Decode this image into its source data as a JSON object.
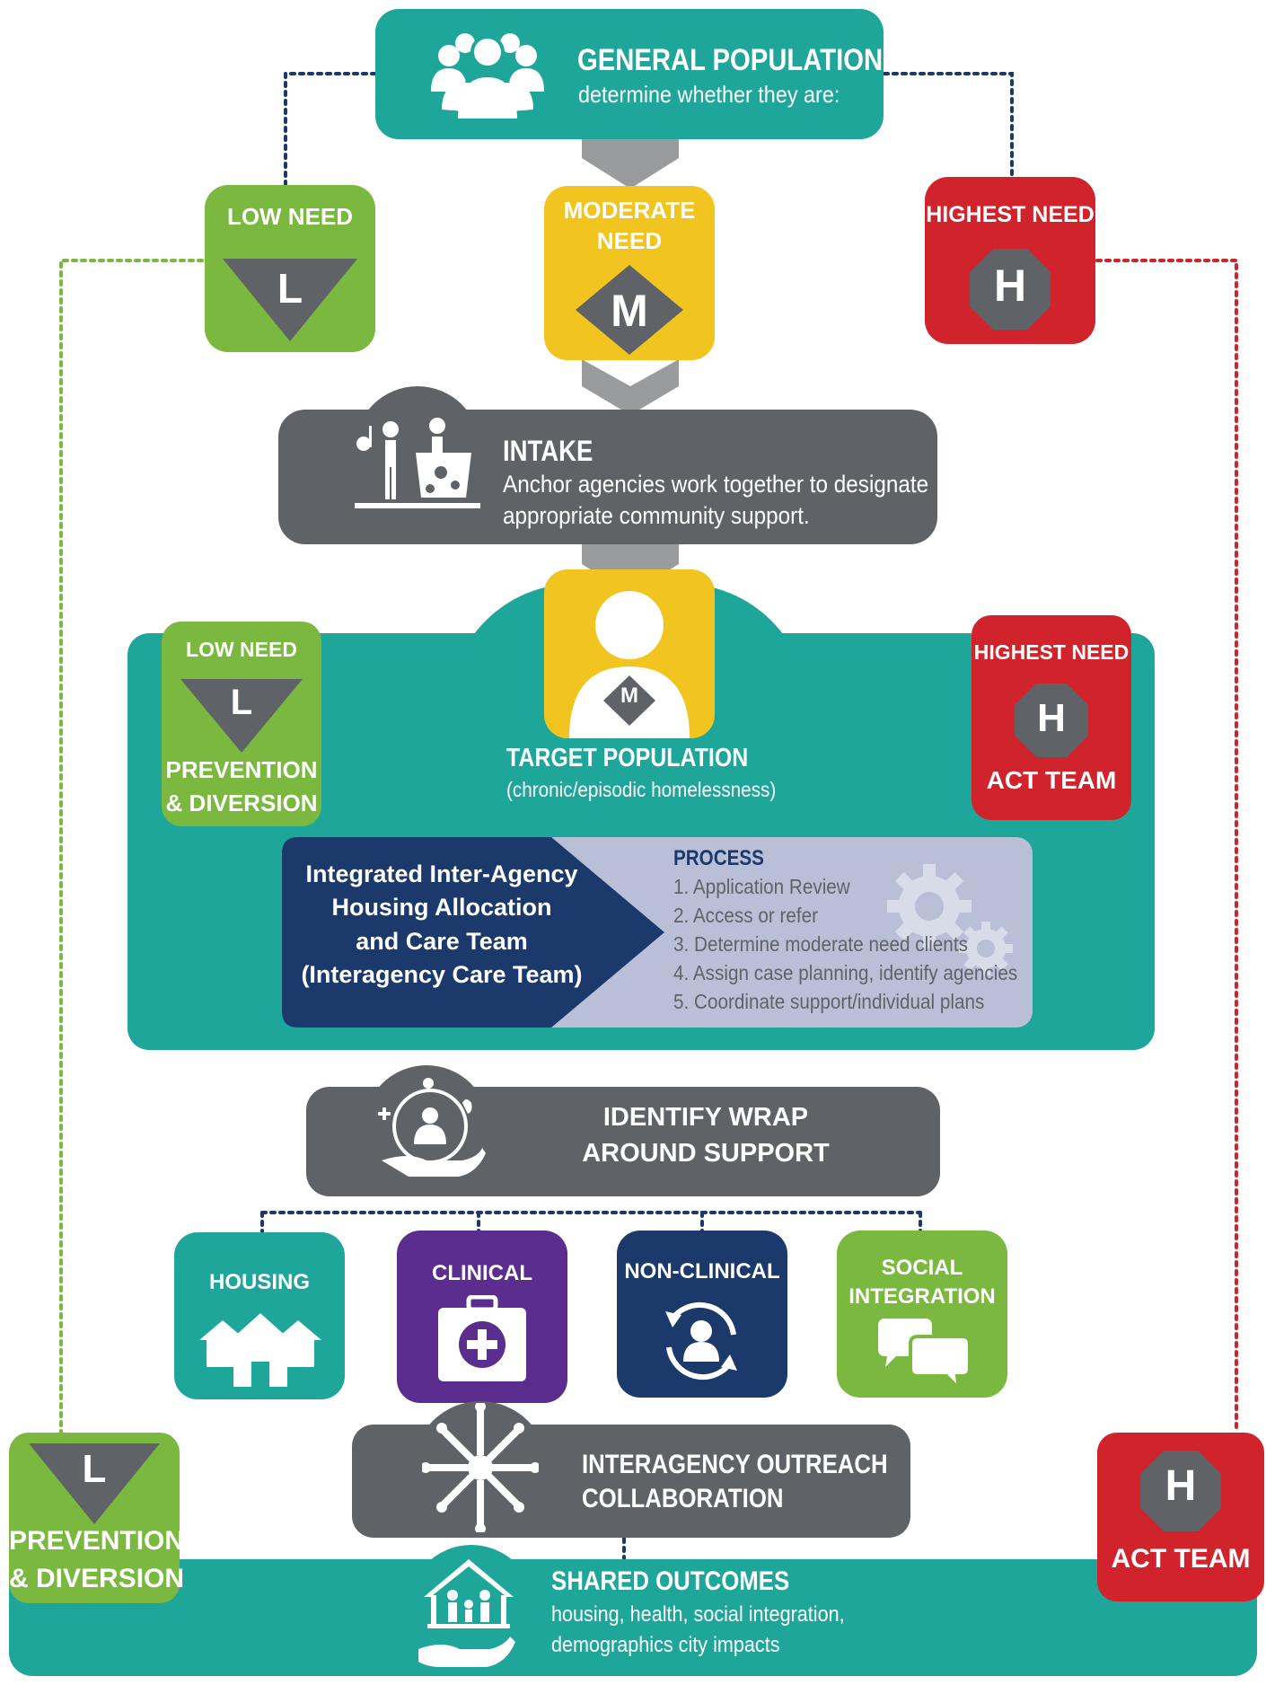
{
  "general_population": {
    "title": "GENERAL POPULATION",
    "subtitle": "determine whether they are:"
  },
  "needs": {
    "low": {
      "label": "LOW NEED",
      "letter": "L"
    },
    "moderate": {
      "label_line1": "MODERATE",
      "label_line2": "NEED",
      "letter": "M"
    },
    "highest": {
      "label": "HIGHEST NEED",
      "letter": "H"
    }
  },
  "intake": {
    "title": "INTAKE",
    "line1": "Anchor agencies work together to designate",
    "line2": "appropriate community support."
  },
  "target": {
    "low_label": "LOW NEED",
    "low_letter": "L",
    "low_action_line1": "PREVENTION",
    "low_action_line2": "& DIVERSION",
    "high_label": "HIGHEST NEED",
    "high_letter": "H",
    "high_action": "ACT TEAM",
    "center_letter": "M",
    "title": "TARGET POPULATION",
    "subtitle": "(chronic/episodic homelessness)"
  },
  "care_team": {
    "line1": "Integrated Inter-Agency",
    "line2": "Housing Allocation",
    "line3": "and Care Team",
    "line4": "(Interagency Care Team)"
  },
  "process": {
    "title": "PROCESS",
    "steps": [
      "1. Application Review",
      "2. Access or refer",
      "3. Determine moderate need clients",
      "4. Assign case planning, identify agencies",
      "5. Coordinate support/individual plans"
    ]
  },
  "wrap": {
    "line1": "IDENTIFY WRAP",
    "line2": "AROUND SUPPORT"
  },
  "supports": {
    "housing": "HOUSING",
    "clinical": "CLINICAL",
    "non_clinical": "NON-CLINICAL",
    "social_line1": "SOCIAL",
    "social_line2": "INTEGRATION"
  },
  "outreach": {
    "line1": "INTERAGENCY OUTREACH",
    "line2": "COLLABORATION"
  },
  "bottom": {
    "left_letter": "L",
    "left_line1": "PREVENTION",
    "left_line2": "& DIVERSION",
    "right_letter": "H",
    "right_label": "ACT TEAM"
  },
  "outcomes": {
    "title": "SHARED OUTCOMES",
    "line1": "housing, health, social integration,",
    "line2": "demographics city impacts"
  },
  "colors": {
    "teal": "#1fa69a",
    "gray": "#5f6368",
    "green": "#7ab840",
    "yellow": "#f2c420",
    "red": "#d0232b",
    "purple": "#5b2d8e",
    "navy": "#1b3a6b",
    "lavender": "#b9bfd6"
  }
}
